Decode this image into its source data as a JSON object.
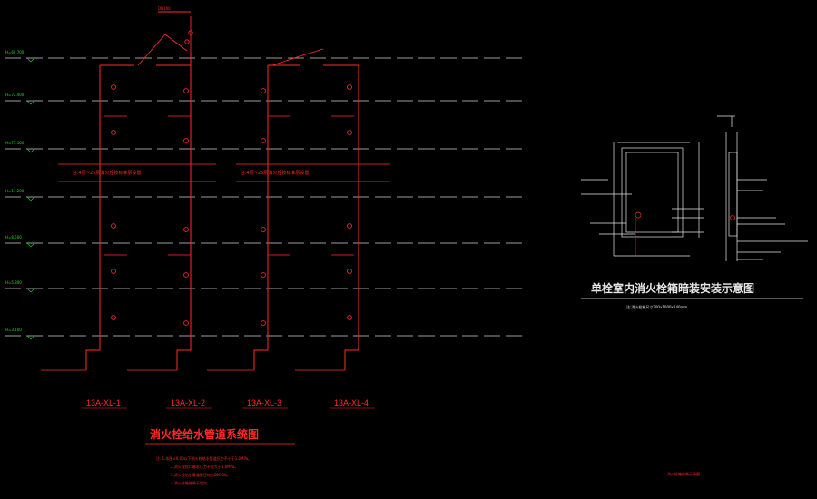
{
  "colors": {
    "background": "#000000",
    "pipe": "#ff2a2a",
    "grid": "#cfcfcf",
    "level": "#22dd22",
    "detail": "#e6e6e6"
  },
  "system": {
    "title": "消火栓给水管道系统图",
    "risers": [
      {
        "label": "13A-XL-1"
      },
      {
        "label": "13A-XL-2"
      },
      {
        "label": "13A-XL-3"
      },
      {
        "label": "13A-XL-4"
      }
    ],
    "break_notes": [
      "注:4层~25层消火栓按标准层设置",
      "注:4层~25层消火栓按标准层设置"
    ],
    "top_note": "DN100",
    "notes": [
      "注: 1.本图±0.00以下消火栓给水管道压力不小于1.0MPa。",
      "2.消火栓栓口静水压力不应大于1.0MPa。",
      "3.消火栓给水管道管径均为DN100。",
      "4.消火栓箱暗装于墙内。"
    ]
  },
  "levels": [
    {
      "label": "H=69.700"
    },
    {
      "label": "H=72.400"
    },
    {
      "label": "H=75.100"
    },
    {
      "label": "H=11.200"
    },
    {
      "label": "H=8.500"
    },
    {
      "label": "H=5.800"
    },
    {
      "label": "H=3.100"
    }
  ],
  "detail": {
    "title": "单栓室内消火栓箱暗装安装示意图",
    "subtitle": "注:消火栓箱尺寸700x1000x240mm",
    "bottom_note": "消火栓箱安装示意图"
  }
}
